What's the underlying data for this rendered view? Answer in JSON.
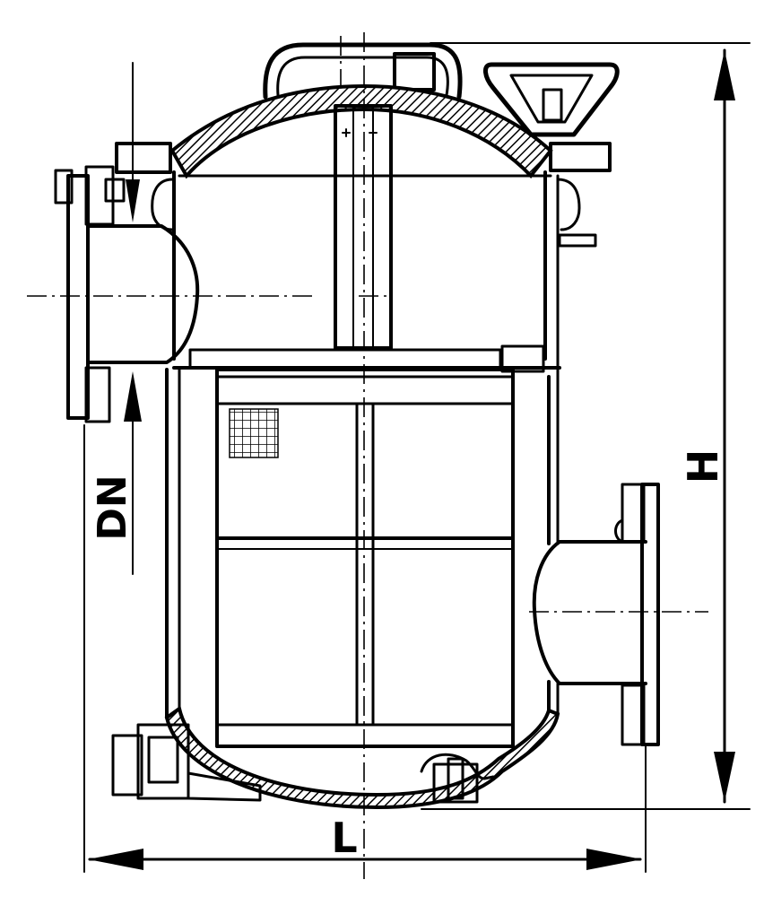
{
  "drawing": {
    "ink_color": "#000000",
    "paper_color": "#ffffff",
    "labels": {
      "dn": "DN",
      "height": "H",
      "length": "L"
    }
  }
}
